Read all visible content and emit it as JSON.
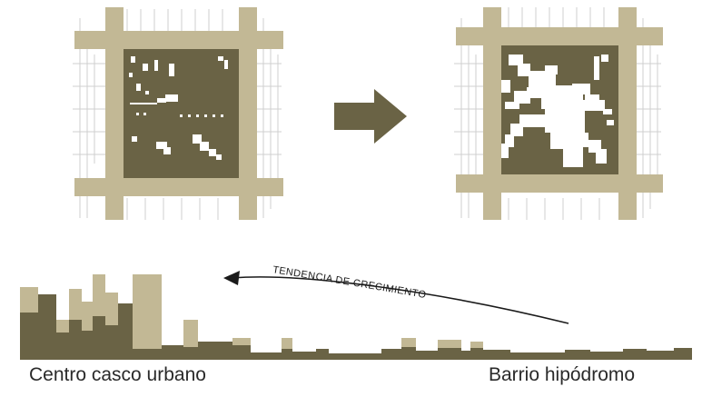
{
  "colors": {
    "street": "#c2b895",
    "block": "#6a6345",
    "lot_lines": "#cfcfcf",
    "arrow": "#6a6345",
    "skyline_dark": "#6a6345",
    "skyline_light": "#c2b895",
    "curve": "#1a1a1a"
  },
  "icons": {
    "transition_arrow": "arrow-right-icon",
    "growth_arrow": "curved-arrow-left-icon"
  },
  "labels": {
    "trend": "TENDENCIA DE CRECIMIENTO",
    "left_caption": "Centro casco urbano",
    "right_caption": "Barrio hipódromo"
  }
}
